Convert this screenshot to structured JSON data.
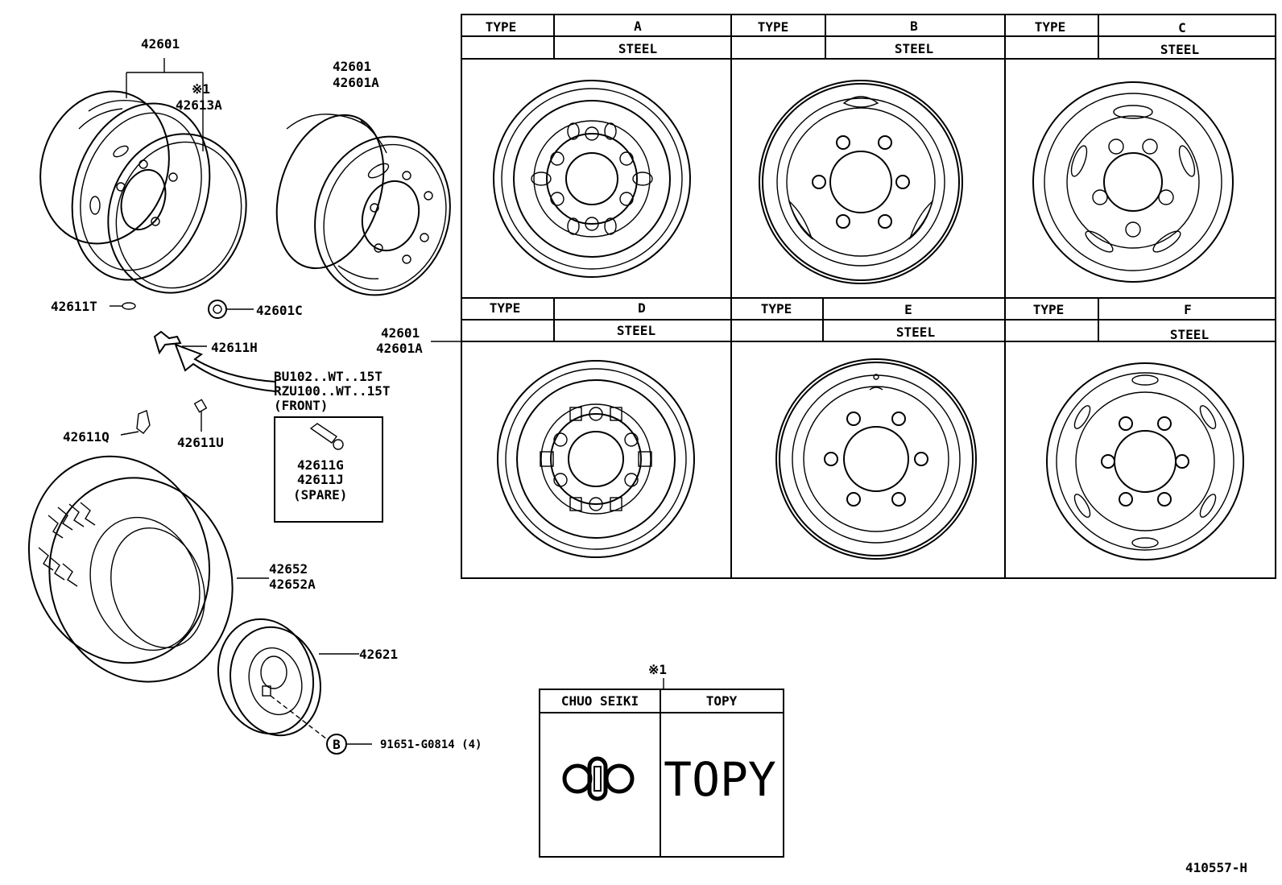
{
  "types": {
    "type_label": "TYPE",
    "A": {
      "letter": "A",
      "material": "STEEL"
    },
    "B": {
      "letter": "B",
      "material": "STEEL"
    },
    "C": {
      "letter": "C",
      "material": "STEEL"
    },
    "D": {
      "letter": "D",
      "material": "STEEL"
    },
    "E": {
      "letter": "E",
      "material": "STEEL"
    },
    "F": {
      "letter": "F",
      "material": "STEEL"
    }
  },
  "callouts": {
    "c42601_top": "42601",
    "note1_a": "※1",
    "c42613A": "42613A",
    "c42601_mid": "42601",
    "c42601A_mid": "42601A",
    "c42611T": "42611T",
    "c42601C": "42601C",
    "c42611H": "42611H",
    "c42601_right": "42601",
    "c42601A_right": "42601A",
    "bu_line": "BU102..WT..15T",
    "rzu_line": "RZU100..WT..15T",
    "front": "(FRONT)",
    "c42611Q": "42611Q",
    "c42611U": "42611U",
    "c42611G": "42611G",
    "c42611J": "42611J",
    "spare": "(SPARE)",
    "c42652": "42652",
    "c42652A": "42652A",
    "c42621": "42621",
    "b_marker": "B",
    "c91651": "91651-G0814 (4)",
    "note1_b": "※1",
    "diagram_id": "410557-H"
  },
  "makers": {
    "chuo": "CHUO SEIKI",
    "topy": "TOPY",
    "topy_logo": "TOPY"
  }
}
